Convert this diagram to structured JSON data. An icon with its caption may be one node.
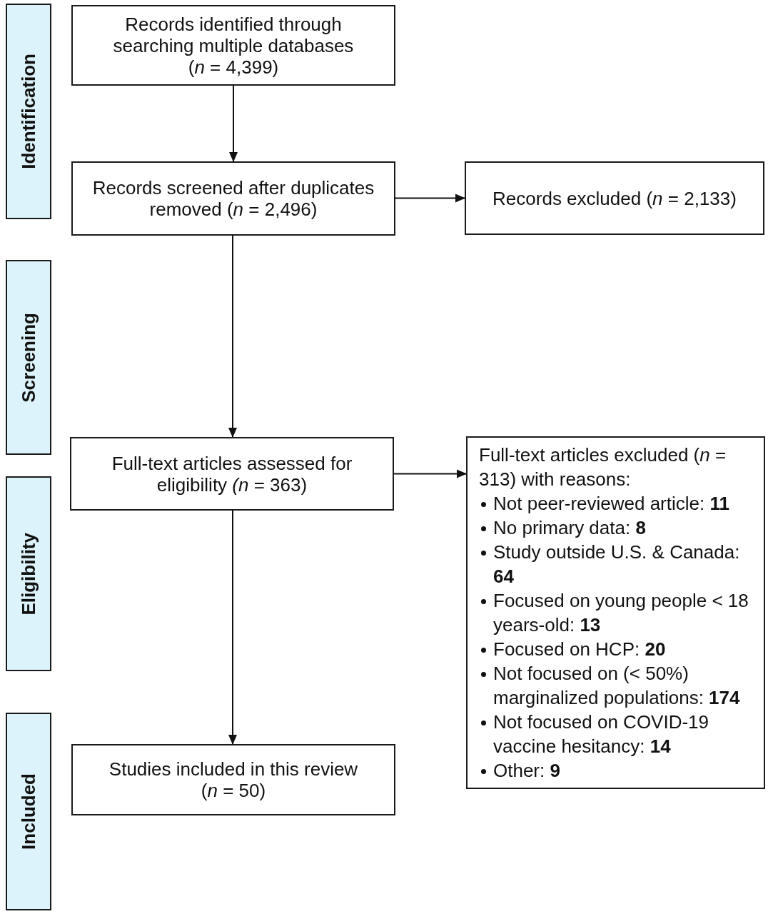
{
  "diagram": {
    "nodes": [
      {
        "text": [
          "Identification"
        ]
      },
      {
        "text": [
          "Records identified through searching multiple databases (*n* = 4,399)"
        ]
      },
      {
        "text": [
          "Records screened after duplicates removed (*n* = 2,496)"
        ]
      },
      {
        "text": [
          "Records excluded (*n* = 2,133)"
        ]
      },
      {
        "text": [
          "Screening"
        ]
      },
      {
        "text": [
          "Eligibility"
        ]
      },
      {
        "text": [
          "Full-text articles assessed for eligibility *(n* = 363)"
        ]
      },
      {
        "text": [
          "Full-text articles excluded (*n* = 313) with reasons:",
          "Not peer-reviewed article: **11**",
          "No primary data: **8**",
          "Study outside U.S. & Canada: **64**",
          "Focused on young people < 18 years-old: **13**",
          "Focused on HCP: **20**",
          "Not focused on (< 50%) marginalized populations: **174**",
          "Not focused on COVID-19 vaccine hesitancy: **14**",
          "Other: **9**"
        ]
      },
      {
        "text": [
          "Included"
        ]
      },
      {
        "text": [
          "Studies included in this review (*n* = 50)"
        ]
      }
    ],
    "edges": [
      {
        "from": 1,
        "to": 2,
        "arrow": "to"
      },
      {
        "from": 2,
        "to": 3,
        "arrow": "to"
      },
      {
        "from": 2,
        "to": 6,
        "arrow": "to"
      },
      {
        "from": 6,
        "to": 7,
        "arrow": "to"
      },
      {
        "from": 6,
        "to": 9,
        "arrow": "to"
      }
    ]
  }
}
